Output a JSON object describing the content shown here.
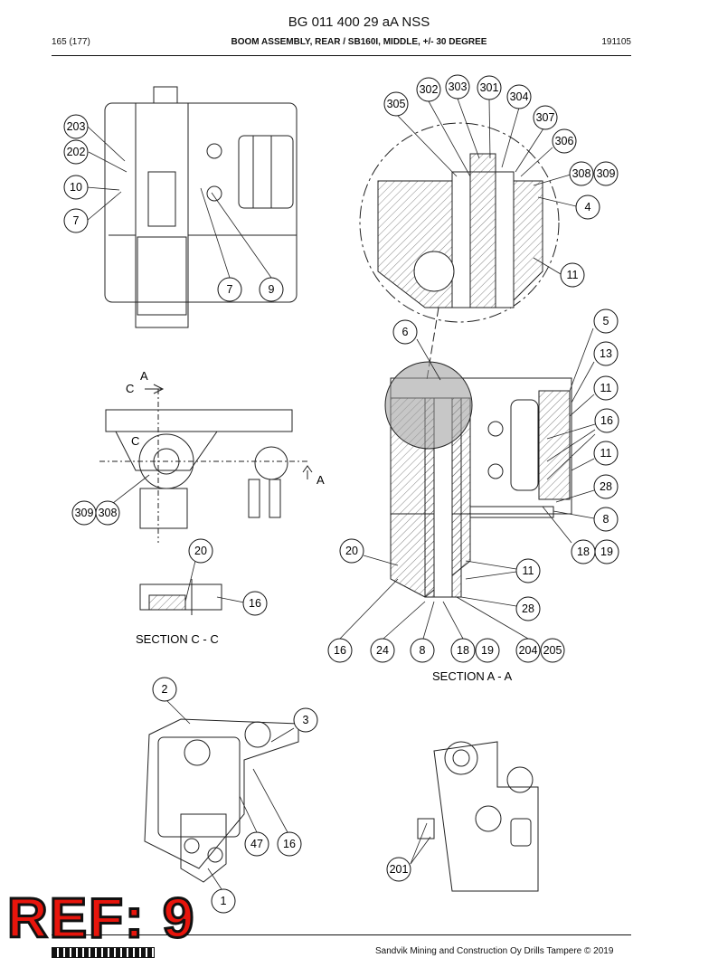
{
  "header": {
    "doc_title": "BG 011 400 29 aA NSS",
    "page": "165 (177)",
    "section": "BOOM ASSEMBLY, REAR / SB160I, MIDDLE, +/- 30 DEGREE",
    "date": "191105"
  },
  "labels": {
    "section_cc": "SECTION C - C",
    "section_aa": "SECTION A - A",
    "view_a": "A",
    "view_c": "C"
  },
  "callouts": {
    "c1": "305",
    "c2": "302",
    "c3": "303",
    "c4": "301",
    "c5": "304",
    "c6": "307",
    "c7": "306",
    "c8": "308",
    "c9": "309",
    "c10": "4",
    "c11": "11",
    "c12": "203",
    "c13": "202",
    "c14": "10",
    "c15": "7",
    "c16": "7",
    "c17": "9",
    "c18": "5",
    "c19": "6",
    "c20": "13",
    "c21": "11",
    "c22": "16",
    "c23": "11",
    "c24": "28",
    "c25": "8",
    "c26": "309",
    "c27": "308",
    "c28": "18",
    "c29": "19",
    "c30": "20",
    "c31": "20",
    "c32": "11",
    "c33": "16",
    "c34": "28",
    "c35": "16",
    "c36": "24",
    "c37": "8",
    "c38": "18",
    "c39": "19",
    "c40": "204",
    "c41": "205",
    "c42": "2",
    "c43": "3",
    "c44": "47",
    "c45": "16",
    "c46": "201",
    "c47": "1"
  },
  "stamp": "REF: 9",
  "footer": "Sandvik Mining and Construction Oy Drills Tampere © 2019"
}
